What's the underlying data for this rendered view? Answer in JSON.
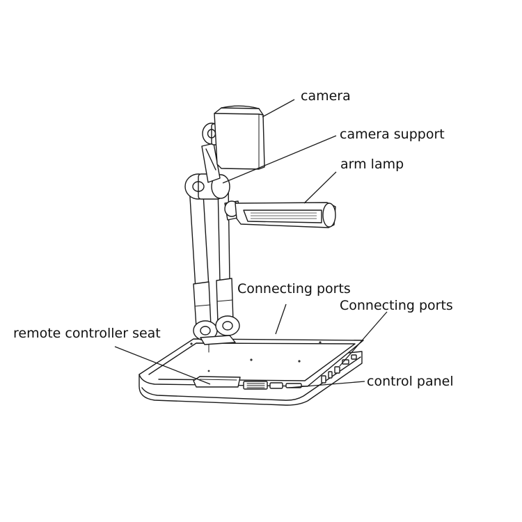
{
  "callouts": {
    "camera": "camera",
    "camera_support": "camera support",
    "arm_lamp": "arm lamp",
    "connecting_ports_top": "Connecting ports",
    "connecting_ports_right": "Connecting ports",
    "remote_controller_seat": "remote controller seat",
    "control_panel": "control panel"
  }
}
